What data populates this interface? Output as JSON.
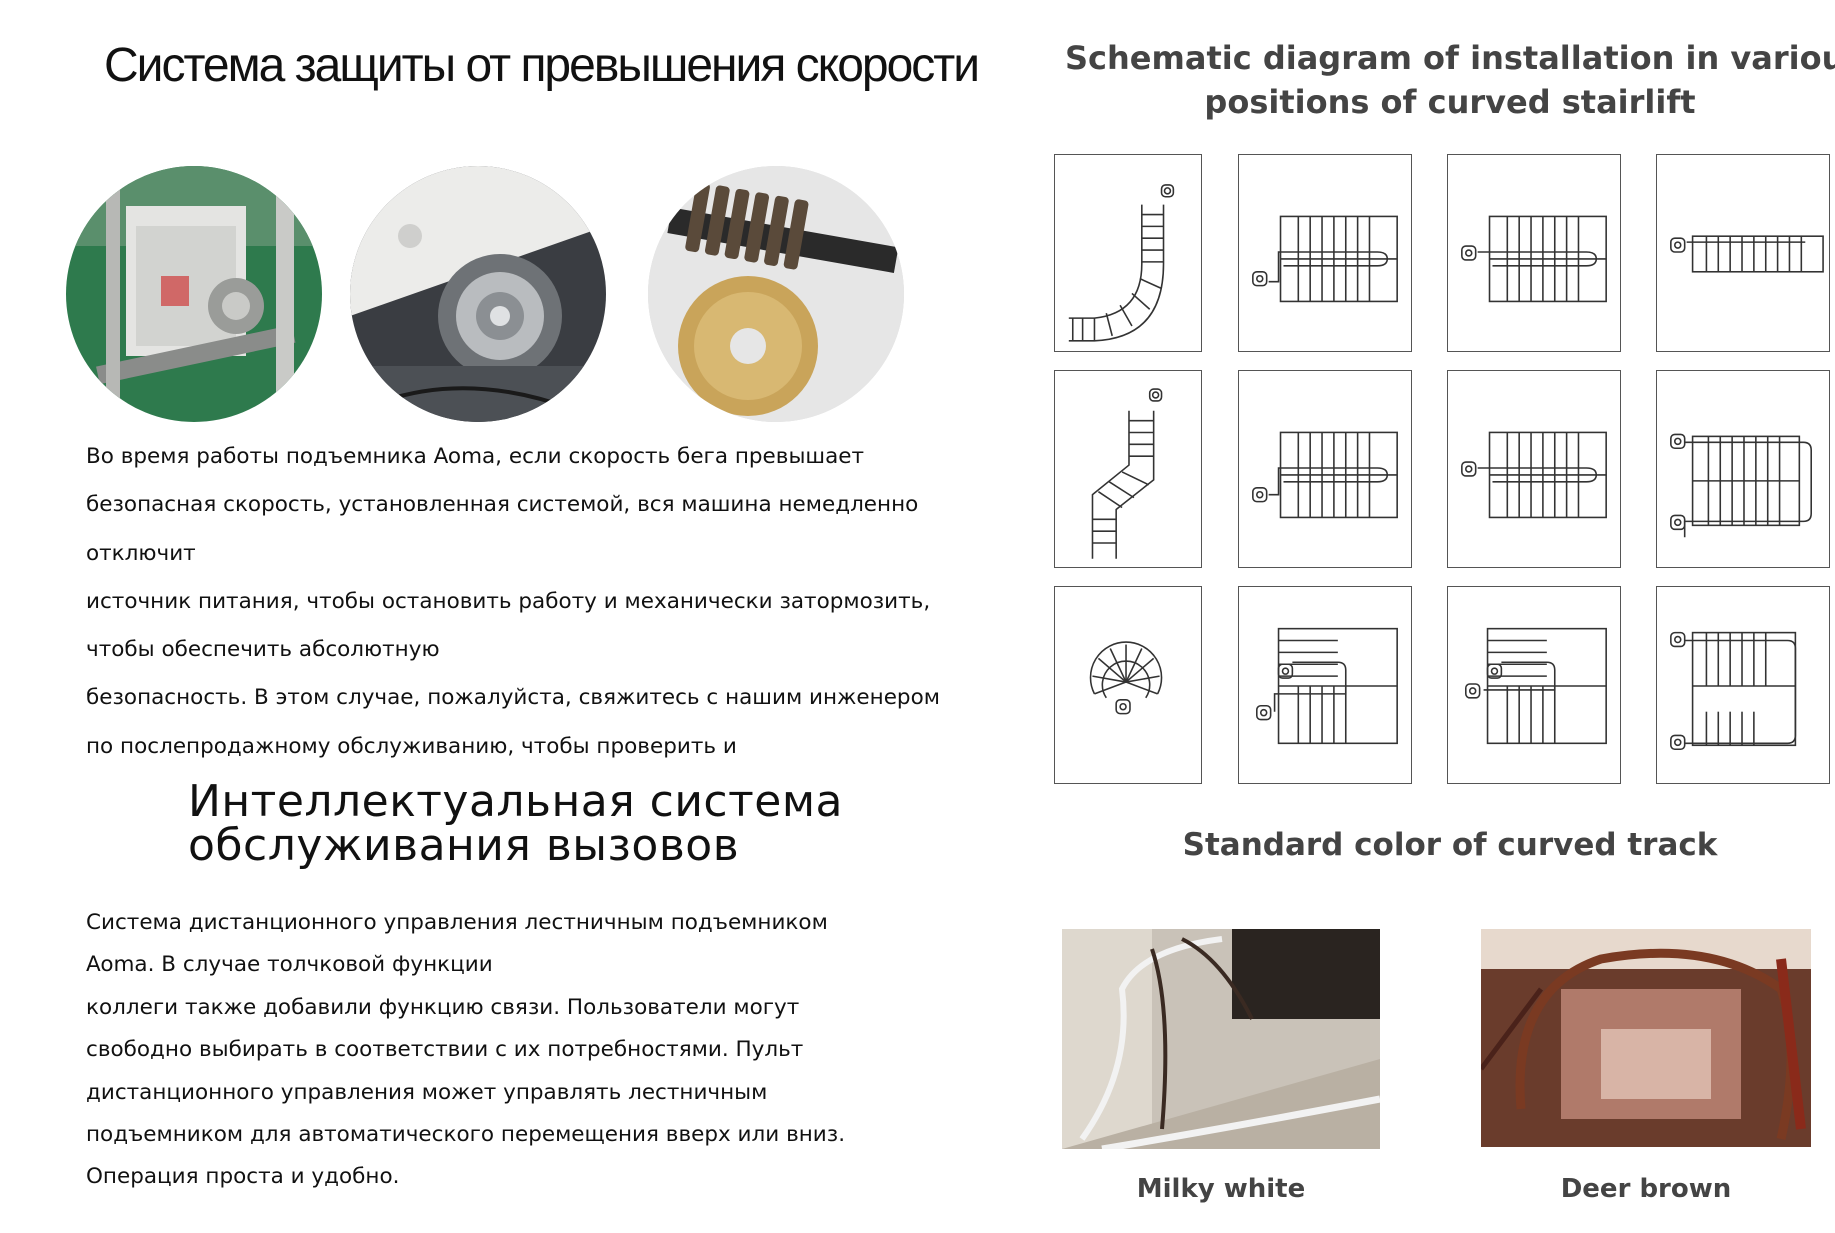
{
  "left": {
    "speed_heading": "Система защиты от превышения скорости",
    "speed_paragraph": [
      "Во время работы подъемника Aoma, если скорость бега превышает",
      "безопасная скорость, установленная системой, вся машина немедленно",
      "отключит",
      "источник питания, чтобы остановить работу и механически затормозить,",
      "чтобы обеспечить абсолютную",
      "безопасность. В этом случае, пожалуйста, свяжитесь с нашим инженером",
      "по послепродажному обслуживанию, чтобы проверить и"
    ],
    "call_heading": [
      "Интеллектуальная система",
      "обслуживания вызовов"
    ],
    "call_paragraph": [
      "Система дистанционного управления лестничным подъемником",
      "Aoma. В случае толчковой функции",
      "коллеги также добавили функцию связи. Пользователи могут",
      "свободно выбирать в соответствии с их потребностями. Пульт",
      "дистанционного управления может управлять лестничным",
      "подъемником для автоматического перемещения вверх или вниз.",
      "Операция проста и удобно."
    ]
  },
  "right": {
    "diagram_title": [
      "Schematic diagram of installation in various",
      "positions of curved stairlift"
    ],
    "color_title": "Standard color of curved track",
    "colors": [
      {
        "label": "Milky white",
        "track": "#f2f2f2"
      },
      {
        "label": "Deer brown",
        "track": "#7a3a22"
      }
    ]
  },
  "colors": {
    "text": "#111111",
    "heading_gray": "#444444",
    "line": "#555555"
  }
}
